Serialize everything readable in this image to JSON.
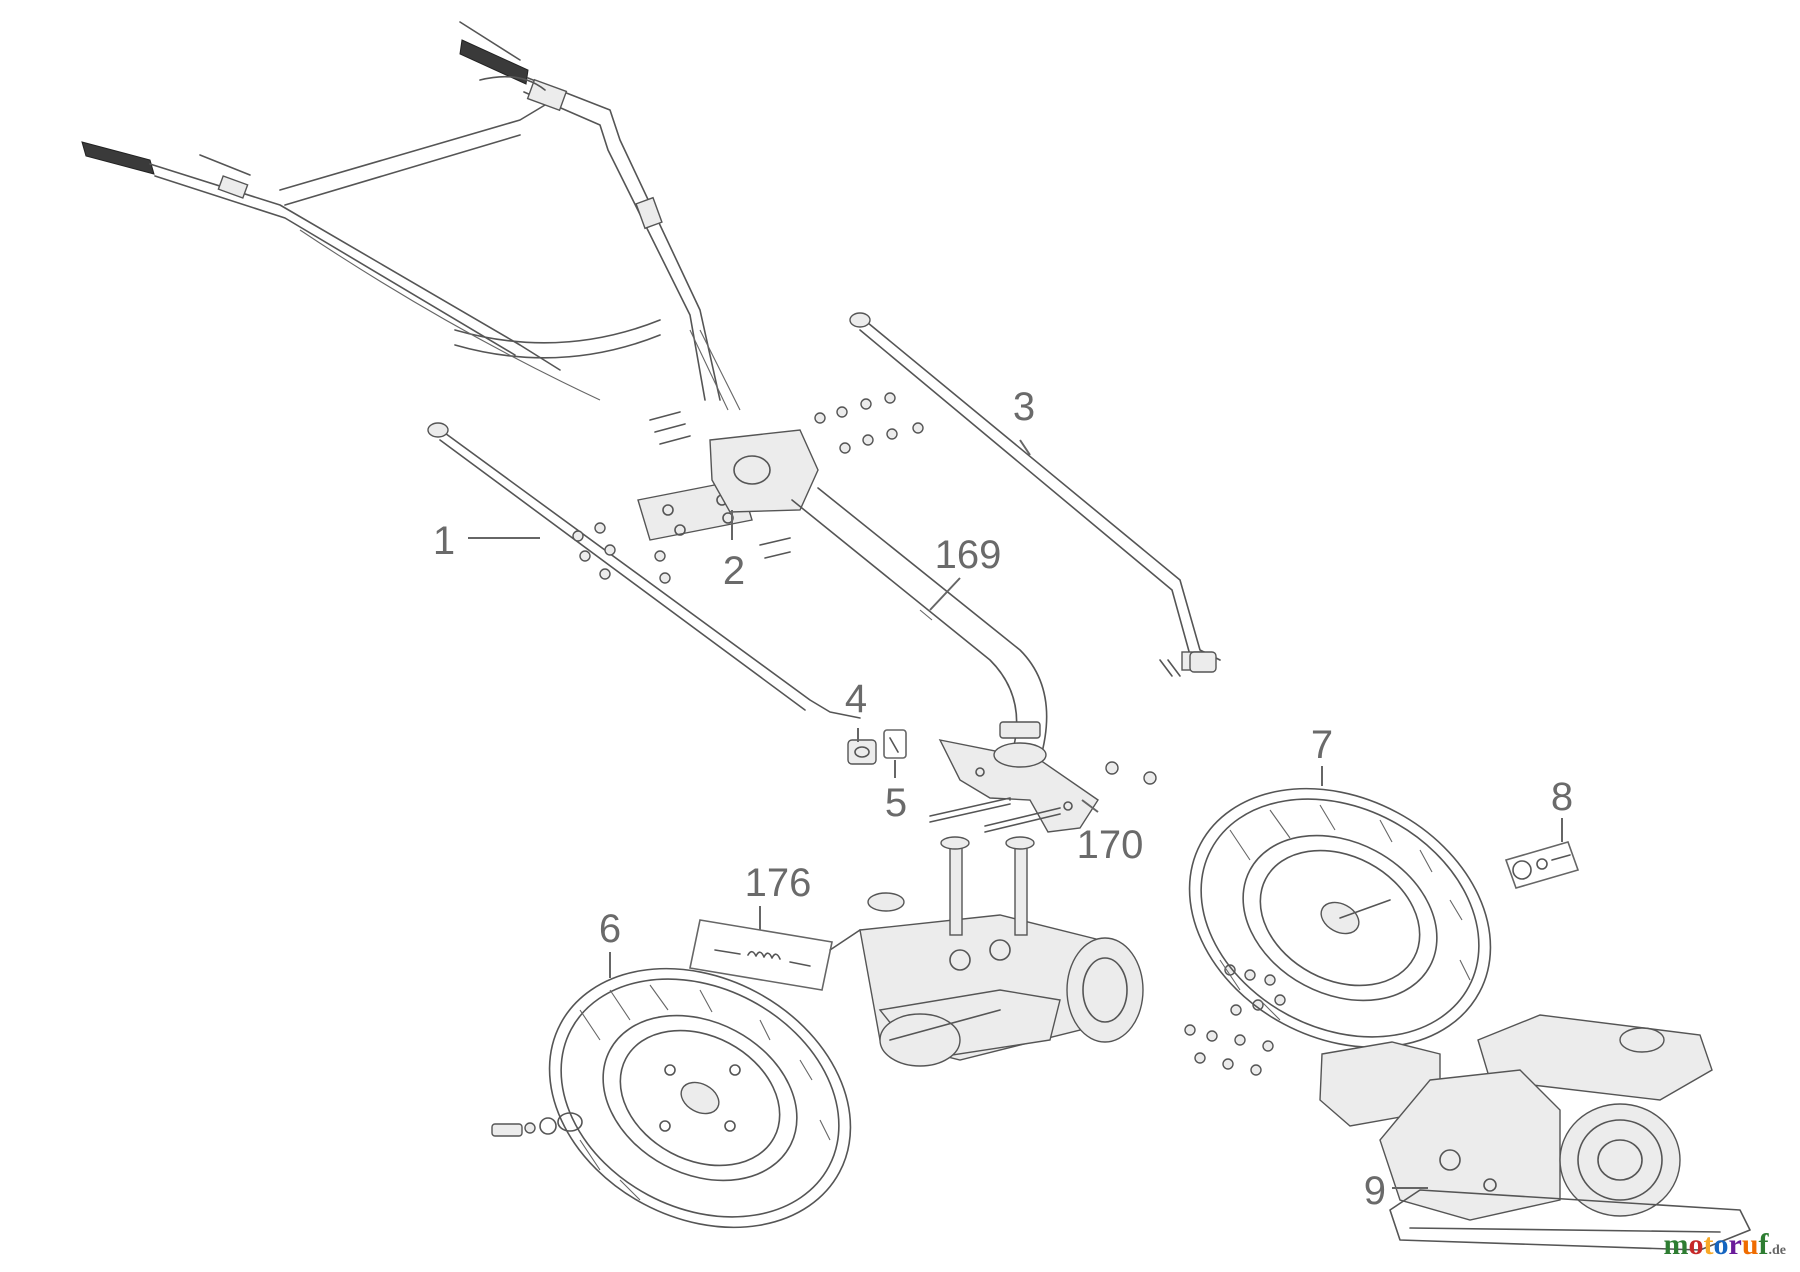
{
  "diagram": {
    "type": "exploded-parts-drawing",
    "callouts": [
      "1",
      "2",
      "3",
      "169",
      "4",
      "5",
      "7",
      "8",
      "170",
      "176",
      "6",
      "9"
    ]
  },
  "watermark": {
    "text": "motoruf",
    "suffix": ".de",
    "letter_colors": [
      "#2e7d32",
      "#c62828",
      "#f9a825",
      "#1565c0",
      "#6a1b9a",
      "#ef6c00",
      "#2e7d32"
    ]
  }
}
